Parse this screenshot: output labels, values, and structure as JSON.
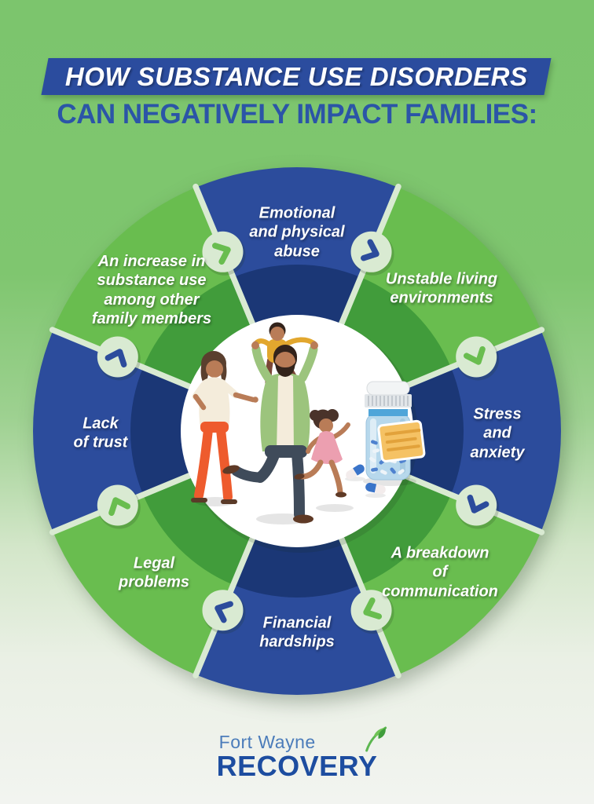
{
  "header": {
    "title_line1": "HOW SUBSTANCE USE DISORDERS",
    "title_line2": "CAN NEGATIVELY IMPACT FAMILIES:"
  },
  "wheel": {
    "flow_direction": "clockwise",
    "separator_color": "#d9ead2",
    "chevron_icon": "chevron-clockwise",
    "center_scene": "family-dancing-with-pill-bottle-illustration",
    "segments": [
      {
        "label": "Emotional\nand physical\nabuse",
        "color": "#2c4c9c",
        "inner_color": "#1b3776"
      },
      {
        "label": "Unstable living\nenvironments",
        "color": "#69bd4f",
        "inner_color": "#419c3b"
      },
      {
        "label": "Stress\nand anxiety",
        "color": "#2c4c9c",
        "inner_color": "#1b3776"
      },
      {
        "label": "A breakdown\nof communication",
        "color": "#69bd4f",
        "inner_color": "#419c3b"
      },
      {
        "label": "Financial\nhardships",
        "color": "#2c4c9c",
        "inner_color": "#1b3776"
      },
      {
        "label": "Legal\nproblems",
        "color": "#69bd4f",
        "inner_color": "#419c3b"
      },
      {
        "label": "Lack\nof trust",
        "color": "#2c4c9c",
        "inner_color": "#1b3776"
      },
      {
        "label": "An increase in\nsubstance use\namong other\nfamily members",
        "color": "#69bd4f",
        "inner_color": "#419c3b"
      }
    ]
  },
  "footer": {
    "brand_top": "Fort Wayne",
    "brand_bottom": "RECOVERY",
    "leaf_icon": "sprout-leaf"
  },
  "colors": {
    "background_top": "#7cc56d",
    "background_bottom": "#f2f4f0",
    "banner_blue": "#2b4c9e",
    "subtitle_blue": "#2b55a7"
  }
}
